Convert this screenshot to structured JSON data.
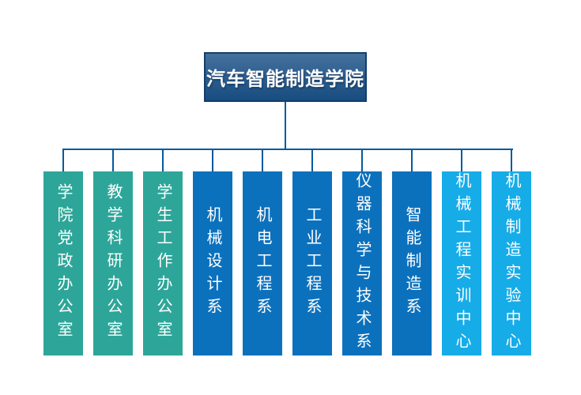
{
  "org_chart": {
    "title": "汽车智能制造学院",
    "root": {
      "label": "汽车智能制造学院"
    },
    "children": [
      {
        "label": "学院党政办公室",
        "group": "office"
      },
      {
        "label": "教学科研办公室",
        "group": "office"
      },
      {
        "label": "学生工作办公室",
        "group": "office"
      },
      {
        "label": "机械设计系",
        "group": "department"
      },
      {
        "label": "机电工程系",
        "group": "department"
      },
      {
        "label": "工业工程系",
        "group": "department"
      },
      {
        "label": "仪器科学与技术系",
        "group": "department"
      },
      {
        "label": "智能制造系",
        "group": "department"
      },
      {
        "label": "机械工程实训中心",
        "group": "center"
      },
      {
        "label": "机械制造实验中心",
        "group": "center"
      }
    ],
    "colors": {
      "office": "#2da699",
      "department": "#0c71bd",
      "center": "#16ace8",
      "connector": "#05599e",
      "root_gradient_top": "#45719e",
      "root_gradient_bottom": "#174d80",
      "root_border": "#123e68",
      "text": "#ffffff"
    }
  }
}
